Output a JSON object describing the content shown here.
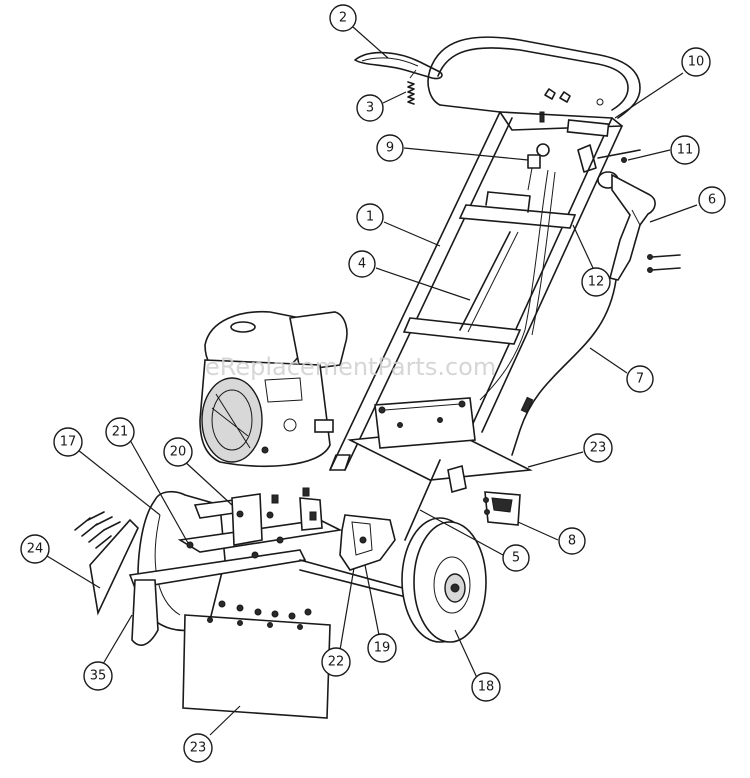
{
  "watermark": "eReplacementParts.com",
  "callouts": [
    {
      "label": "2"
    },
    {
      "label": "3"
    },
    {
      "label": "9"
    },
    {
      "label": "10"
    },
    {
      "label": "11"
    },
    {
      "label": "6"
    },
    {
      "label": "1"
    },
    {
      "label": "4"
    },
    {
      "label": "12"
    },
    {
      "label": "7"
    },
    {
      "label": "23"
    },
    {
      "label": "8"
    },
    {
      "label": "5"
    },
    {
      "label": "17"
    },
    {
      "label": "21"
    },
    {
      "label": "20"
    },
    {
      "label": "24"
    },
    {
      "label": "35"
    },
    {
      "label": "22"
    },
    {
      "label": "19"
    },
    {
      "label": "18"
    },
    {
      "label": "23"
    }
  ]
}
